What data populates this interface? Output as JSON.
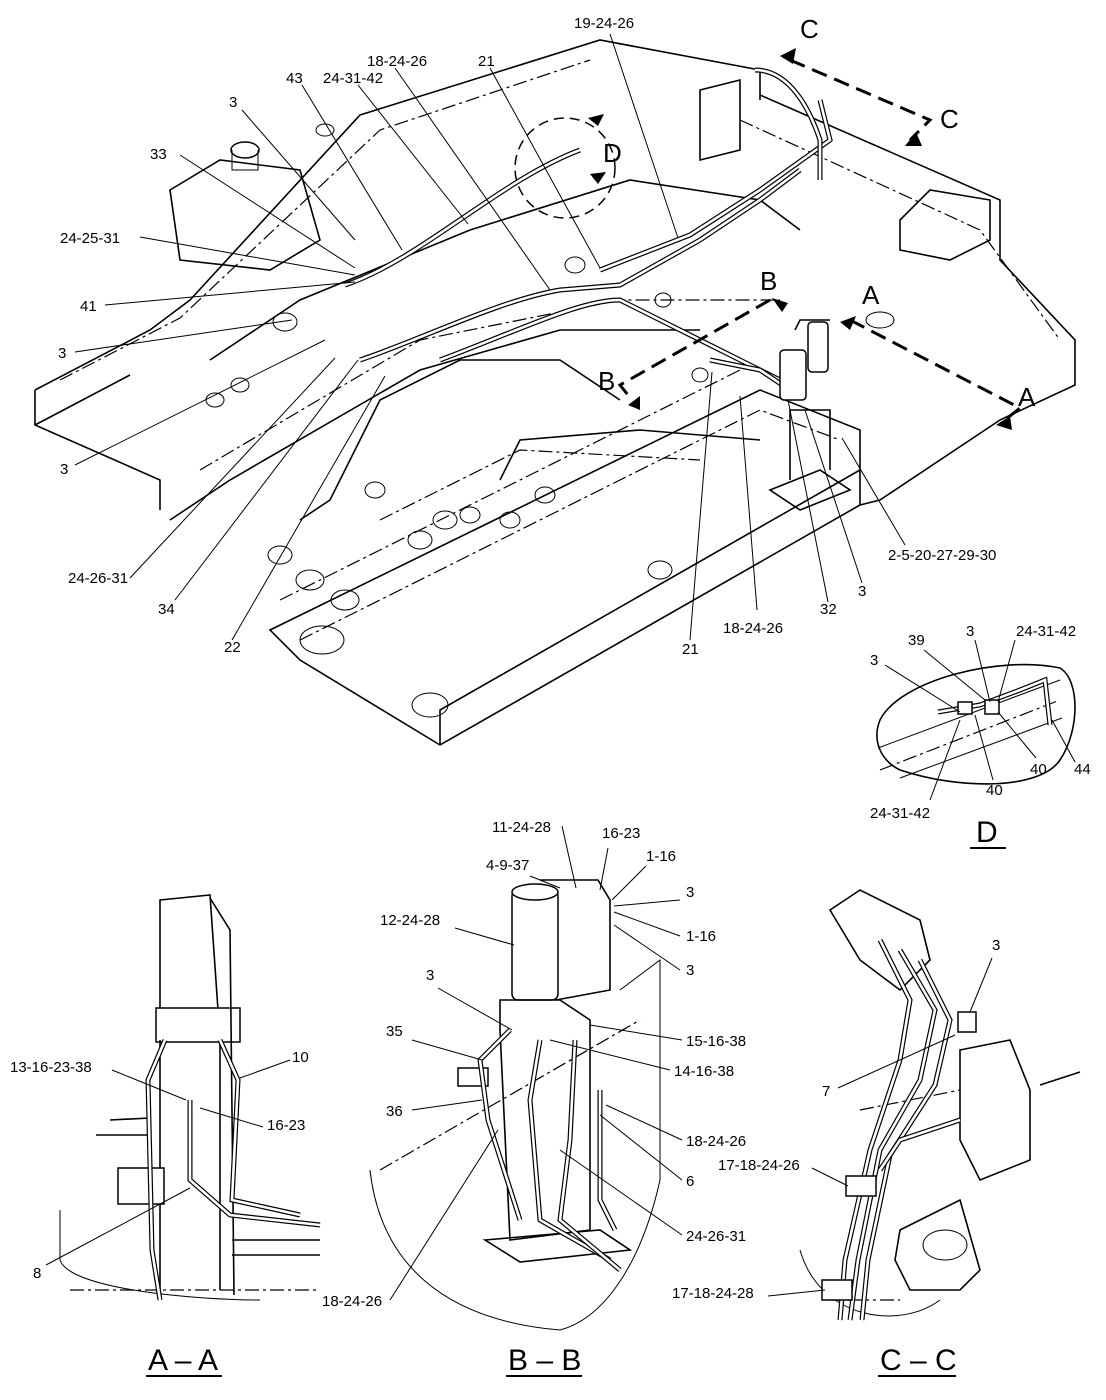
{
  "main_view": {
    "callouts": [
      "19-24-26",
      "18-24-26",
      "21",
      "43",
      "24-31-42",
      "3",
      "33",
      "24-25-31",
      "41",
      "3",
      "3",
      "24-26-31",
      "34",
      "22",
      "21",
      "18-24-26",
      "32",
      "3",
      "2-5-20-27-29-30"
    ],
    "section_marks": {
      "a_left": "A",
      "a_right": "A",
      "b_left": "B",
      "b_right": "B",
      "c_top": "C",
      "c_right": "C",
      "d": "D"
    }
  },
  "detail_d": {
    "callouts": [
      "39",
      "3",
      "24-31-42",
      "3",
      "40",
      "44",
      "40",
      "24-31-42"
    ],
    "title": "D"
  },
  "section_aa": {
    "callouts": [
      "10",
      "13-16-23-38",
      "16-23",
      "8"
    ],
    "title": "A – A"
  },
  "section_bb": {
    "callouts": [
      "11-24-28",
      "4-9-37",
      "16-23",
      "1-16",
      "3",
      "12-24-28",
      "1-16",
      "3",
      "3",
      "15-16-38",
      "35",
      "14-16-38",
      "36",
      "18-24-26",
      "6",
      "24-26-31",
      "18-24-26"
    ],
    "title": "B – B"
  },
  "section_cc": {
    "callouts": [
      "3",
      "7",
      "17-18-24-26",
      "17-18-24-28"
    ],
    "title": "C – C"
  }
}
